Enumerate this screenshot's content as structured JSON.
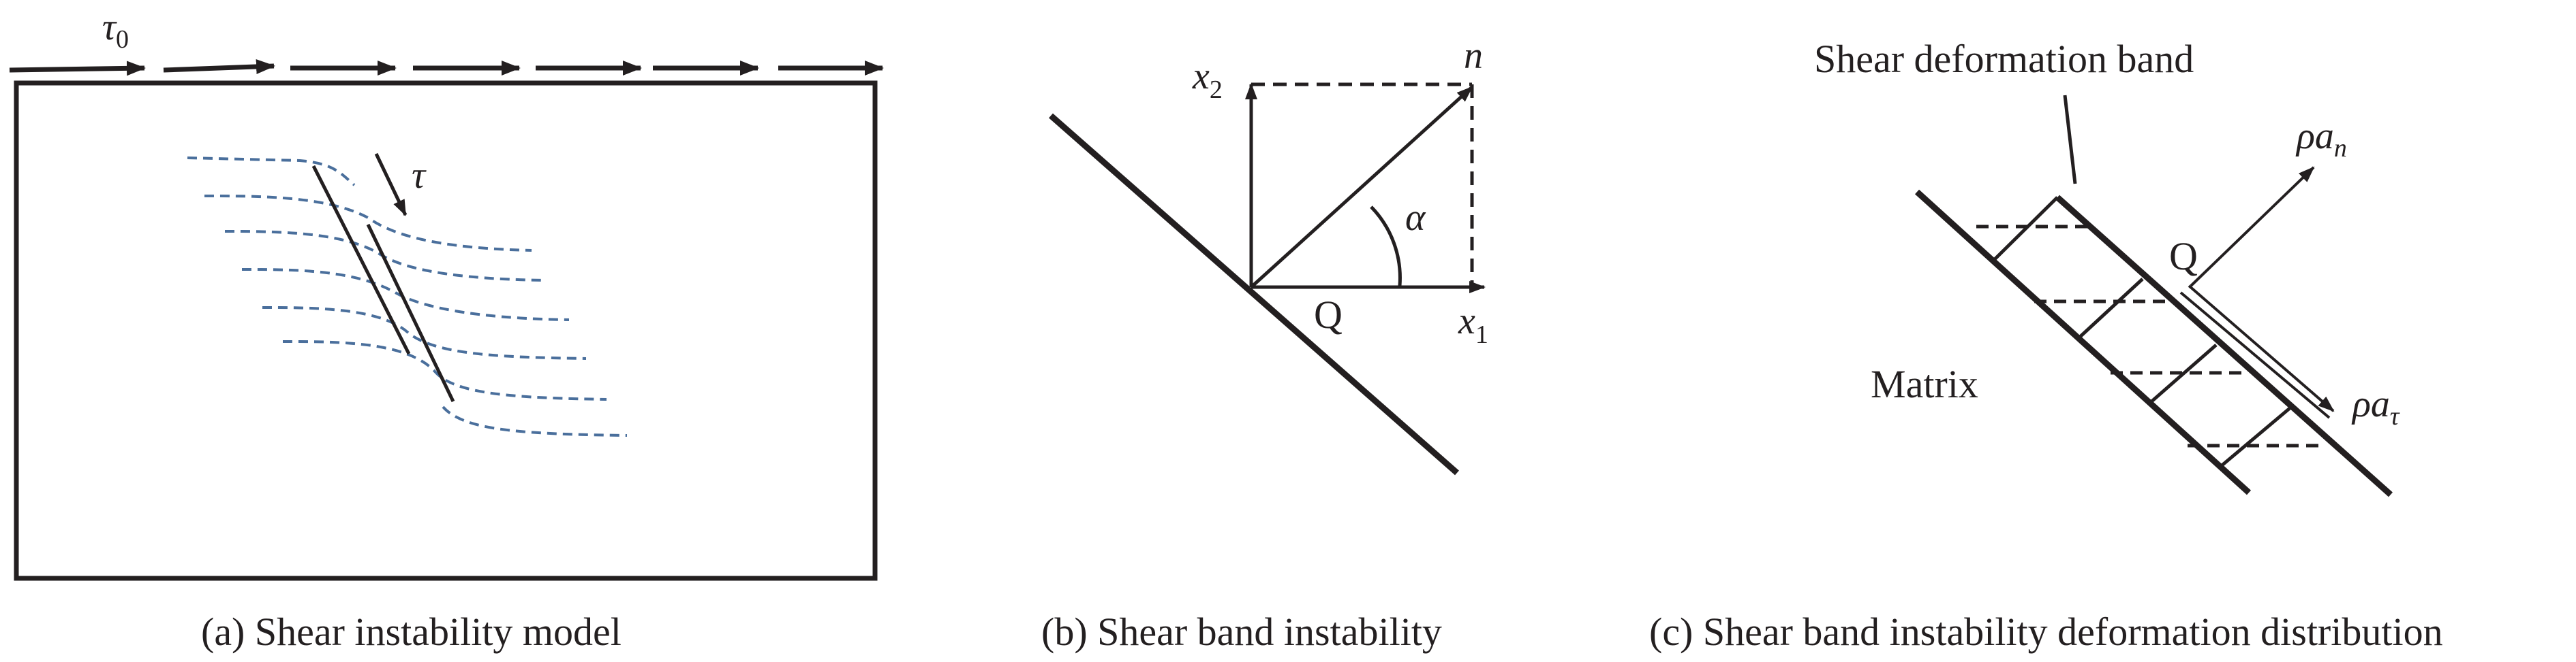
{
  "colors": {
    "ink": "#231f20",
    "strata": "#4a6f9c"
  },
  "panel_a": {
    "caption": "(a) Shear instability model",
    "tau0_symbol": "τ",
    "tau0_subscript": "0",
    "tau_symbol": "τ"
  },
  "panel_b": {
    "caption": "(b) Shear band instability",
    "x2_symbol": "x",
    "x2_subscript": "2",
    "x1_symbol": "x",
    "x1_subscript": "1",
    "n_label": "n",
    "alpha_label": "α",
    "q_label": "Q"
  },
  "panel_c": {
    "caption": "(c) Shear band instability deformation distribution",
    "band_label": "Shear deformation band",
    "matrix_label": "Matrix",
    "q_label": "Q",
    "rho_an_symbol": "ρa",
    "rho_an_subscript": "n",
    "rho_at_symbol": "ρa",
    "rho_at_subscript": "τ"
  }
}
